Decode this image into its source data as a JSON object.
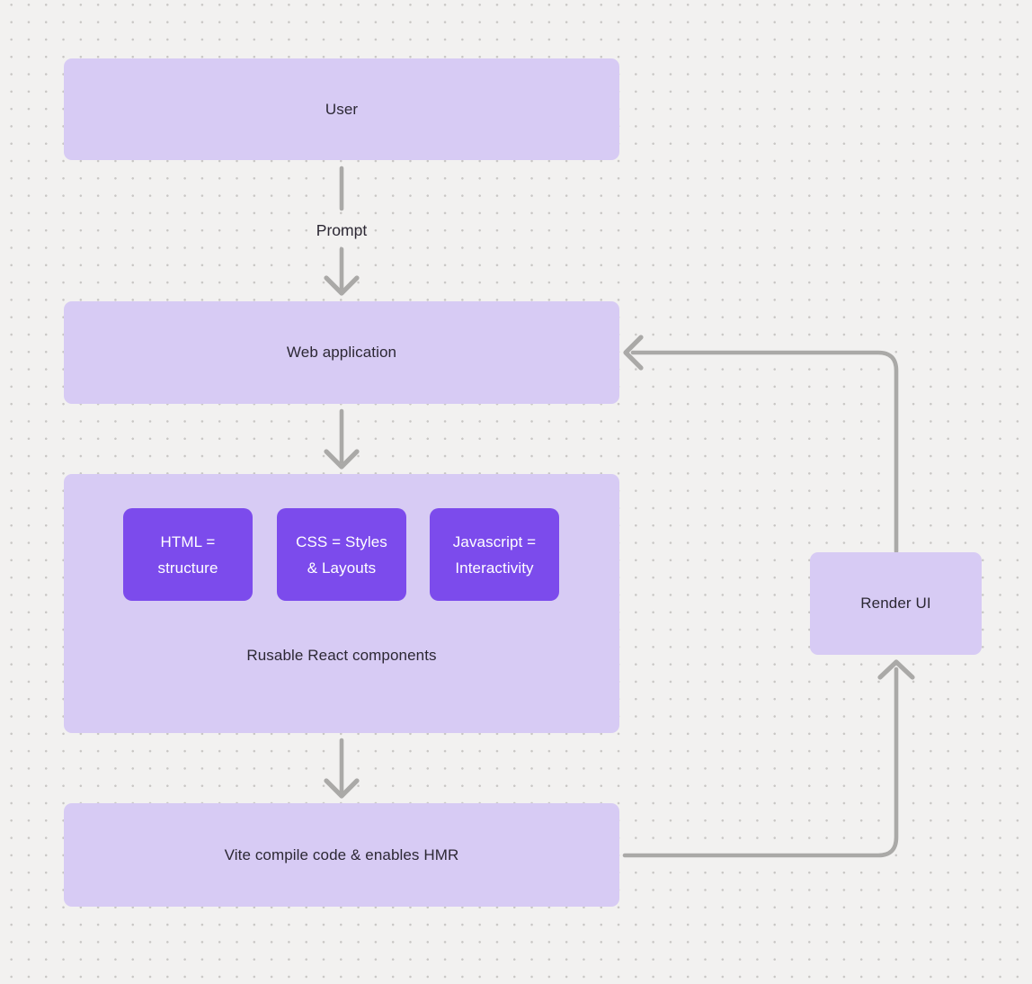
{
  "palette": {
    "background": "#F2F1F0",
    "dot_grid": "#C8C6C4",
    "node_fill": "#D7CBF4",
    "accent_fill": "#7C4BEC",
    "connector": "#AAA9A7",
    "text_dark": "#2C2834",
    "text_on_accent": "#FFFFFF"
  },
  "nodes": {
    "user": {
      "label": "User"
    },
    "web_application": {
      "label": "Web application"
    },
    "components_group": {
      "caption": "Rusable React components",
      "children": [
        {
          "label": "HTML =\nstructure"
        },
        {
          "label": "CSS = Styles\n& Layouts"
        },
        {
          "label": "Javascript =\nInteractivity"
        }
      ]
    },
    "vite": {
      "label": "Vite compile code & enables HMR"
    },
    "render_ui": {
      "label": "Render UI"
    }
  },
  "edges": {
    "user_to_webapp": {
      "label": "Prompt"
    },
    "webapp_to_components": {
      "label": ""
    },
    "components_to_vite": {
      "label": ""
    },
    "vite_to_render_ui": {
      "label": ""
    },
    "render_ui_to_webapp": {
      "label": ""
    }
  }
}
